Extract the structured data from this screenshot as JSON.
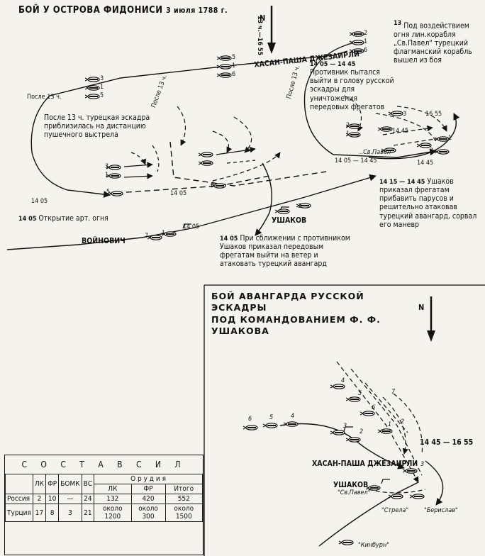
{
  "main_map": {
    "title_main": "БОЙ У ОСТРОВА ФИДОНИСИ",
    "title_date": "3 июля 1788 г.",
    "wind_label": "13 ч.—16 55",
    "north": "N",
    "labels": {
      "hasan": "ХАСАН-ПАША ДЖЕЗАИРЛИ",
      "voynovich": "ВОЙНОВИЧ",
      "ushakov": "УШАКОВ",
      "after13_a": "После 13 ч.",
      "after13_b": "После 13 ч.",
      "after13_c": "После 13 ч.",
      "sv_pavel": "..Св.Павел\"",
      "t1405": "14 05",
      "t1405b": "14 05",
      "t1405c": "14 05",
      "t1405d": "14 05",
      "t1405_1445": "14 05 — 14 45",
      "t1445": "14 45",
      "t1445b": "14 45",
      "t1655": "16 55"
    },
    "notes": {
      "turk_approach": "После 13 ч. турецкая эскадра приблизилась на дистанцию пушечного выстрела",
      "fire_time": "14 05",
      "fire_text": "Открытие арт. огня",
      "enemy_time": "14 05 — 14 45",
      "enemy_text": "Противник пытался выйти в голову русской эскадры для уничтожения передовых фрегатов",
      "pavel_mark": "13",
      "pavel_text": "Под воздействием огня лин.корабля „Св.Павел\" турецкий флагманский корабль вышел из боя",
      "ushakov_time": "14 05",
      "ushakov_text": "При сближении с противником Ушаков приказал передовым фрегатам выйти на ветер и атаковать турецкий авангард",
      "sails_time": "14 15 — 14 45",
      "sails_text": "Ушаков приказал фрегатам прибавить парусов и решительно атаковав турецкий авангард, сорвал его маневр"
    },
    "ship_numbers": [
      "1",
      "2",
      "3",
      "5",
      "6",
      "7"
    ]
  },
  "inset": {
    "title_line1": "БОЙ АВАНГАРДА РУССКОЙ ЭСКАДРЫ",
    "title_line2": "ПОД КОМАНДОВАНИЕМ Ф. Ф. УШАКОВА",
    "north": "N",
    "time": "14 45 — 16 55",
    "hasan": "ХАСАН-ПАША ДЖЕЗАИРЛИ",
    "ushakov": "УШАКОВ",
    "pavel": "\"Св.Павел\"",
    "strela": "\"Стрела\"",
    "berislav": "\"Берислав\"",
    "kinburn": "\"Кинбурн\""
  },
  "forces": {
    "caption": "С О С Т А В   С И Л",
    "guns_header": "О р у д и я",
    "columns": [
      "ЛК",
      "ФР",
      "БОМК",
      "ВС"
    ],
    "gun_columns": [
      "ЛК",
      "ФР",
      "Итого"
    ],
    "rows": [
      {
        "side": "Россия",
        "lk": "2",
        "fr": "10",
        "bomk": "—",
        "vs": "24",
        "g_lk": "132",
        "g_fr": "420",
        "g_total": "552"
      },
      {
        "side": "Турция",
        "lk": "17",
        "fr": "8",
        "bomk": "3",
        "vs": "21",
        "g_lk": "около 1200",
        "g_fr": "около 300",
        "g_total": "около 1500"
      }
    ]
  }
}
